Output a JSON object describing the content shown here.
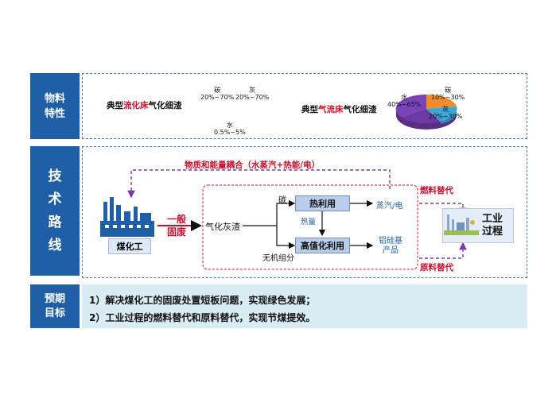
{
  "rows": {
    "material": {
      "label": "物料\n特性"
    },
    "route": {
      "label": "技\n术\n路\n线"
    },
    "goal": {
      "label": "预期\n目标"
    }
  },
  "material": {
    "fluidized_prefix": "典型",
    "fluidized_highlight": "流化床",
    "fluidized_suffix": "气化细渣",
    "entrained_prefix": "典型",
    "entrained_highlight": "气流床",
    "entrained_suffix": "气化细渣",
    "fluid_carbon_name": "碳",
    "fluid_carbon_value": "20%~70%",
    "fluid_ash_name": "灰",
    "fluid_ash_value": "20%~70%",
    "fluid_water_name": "水",
    "fluid_water_value": "0.5%~5%",
    "pie_water_name": "水",
    "pie_water_value": "40%~65%",
    "pie_carbon_name": "碳",
    "pie_carbon_value": "10%~30%",
    "pie_ash_name": "灰",
    "pie_ash_value": "20%~30%"
  },
  "route": {
    "coupling": "物质和能量耦合（水蒸汽+热能/电）",
    "coal_chem": "煤化工",
    "general_solid_1": "一般",
    "general_solid_2": "固废",
    "slag": "气化灰渣",
    "carbon": "碳",
    "thermal_use": "热利用",
    "heat": "热量",
    "steam": "蒸汽/电",
    "inorganic": "无机组分",
    "high_value": "高值化利用",
    "product_1": "铝硅基",
    "product_2": "产品",
    "fuel_sub": "燃料替代",
    "raw_sub": "原料替代",
    "industry_1": "工业",
    "industry_2": "过程"
  },
  "goals": {
    "line1": "1）解决煤化工的固废处置短板问题，实现绿色发展；",
    "line2": "2）工业过程的燃料替代和原料替代，实现节煤提效。"
  },
  "colors": {
    "side_blue": "#1f5fa8",
    "accent_red": "#c8102e",
    "purple": "#7e3aa8",
    "box_blue": "#b9cdea",
    "goal_bg": "#d8ecf3"
  }
}
